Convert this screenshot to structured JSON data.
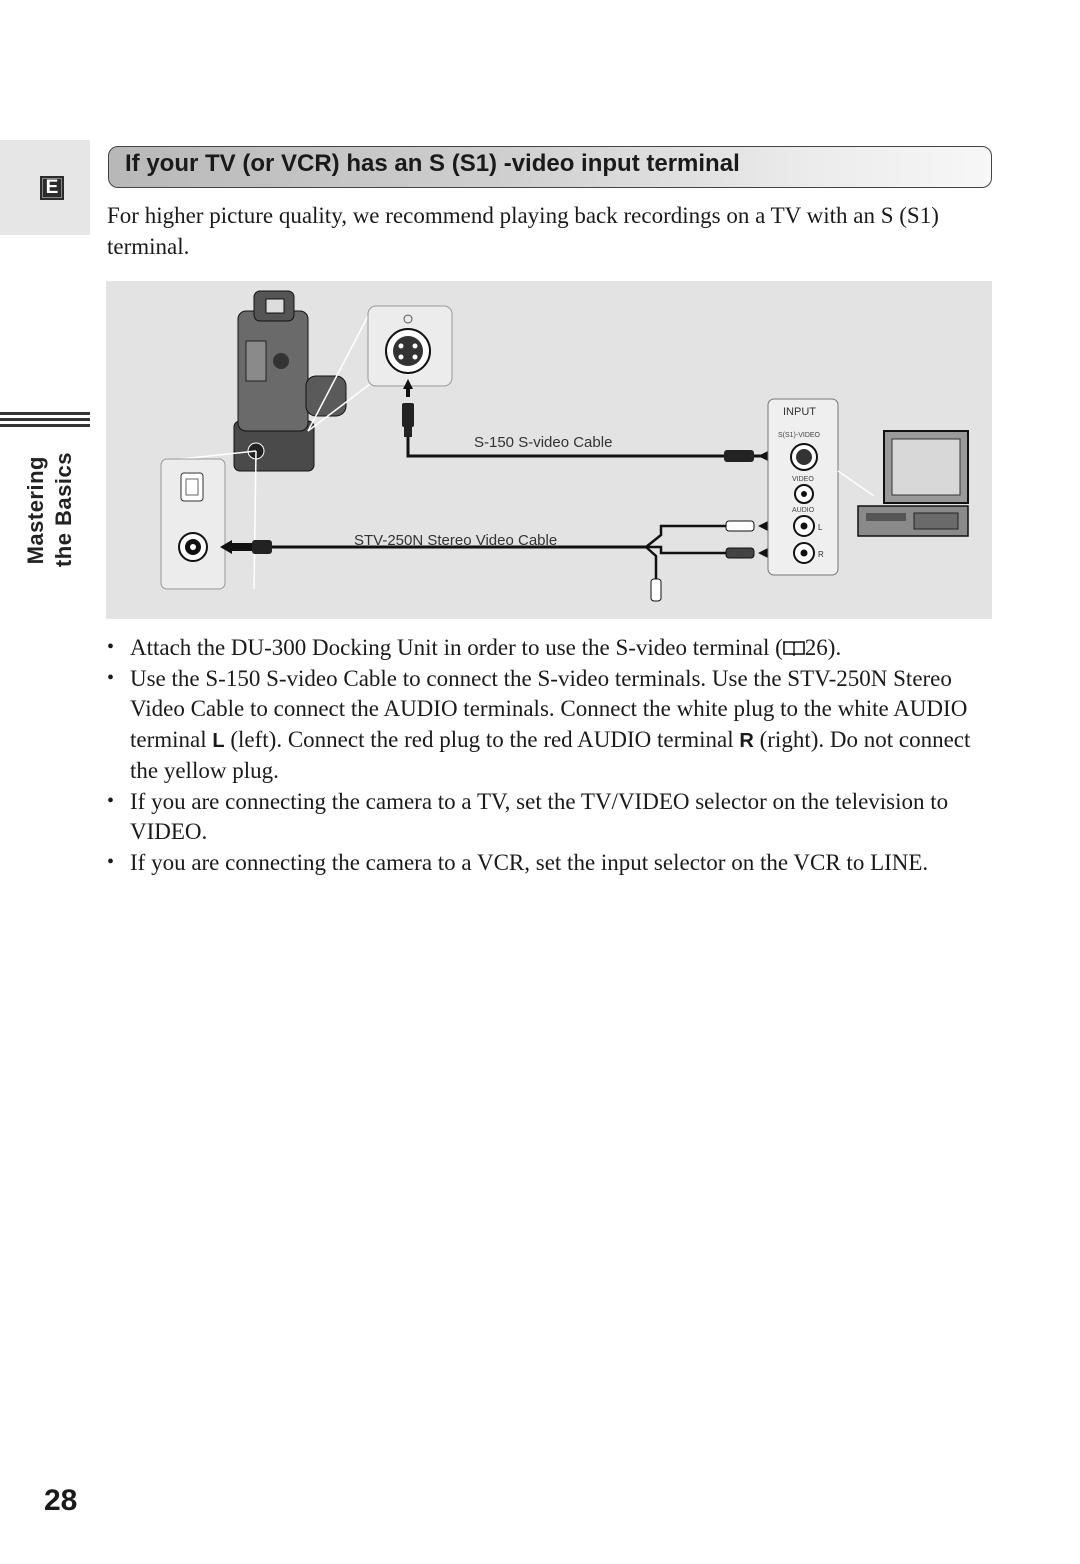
{
  "side": {
    "lang_badge": "E",
    "section_line1": "Mastering",
    "section_line2": "the Basics"
  },
  "heading": "If your TV (or VCR) has an S (S1) -video input terminal",
  "intro": "For higher picture quality, we recommend playing back recordings on a TV with an S (S1) terminal.",
  "figure": {
    "svideo_cable_label": "S-150 S-video Cable",
    "stereo_cable_label": "STV-250N Stereo Video Cable",
    "input_panel_label": "INPUT",
    "svideo_jack_label": "S(S1)-VIDEO",
    "video_jack_label": "VIDEO",
    "audio_jack_label": "AUDIO",
    "left_label": "L",
    "right_label": "R"
  },
  "bullets": {
    "b1_pre": "Attach the DU-300 Docking Unit in order to use the S-video terminal (",
    "b1_icon": "book-icon",
    "b1_post": "26).",
    "b2_pre": "Use the S-150 S-video Cable to connect the S-video terminals. Use the STV-250N Stereo Video Cable to connect the AUDIO terminals. Connect the white plug to the white AUDIO terminal ",
    "b2_L": "L",
    "b2_mid": " (left). Connect the red plug to the red AUDIO terminal ",
    "b2_R": "R",
    "b2_post": " (right). Do not connect the yellow plug.",
    "b3": "If you are connecting the camera to a TV, set the TV/VIDEO selector on the television to VIDEO.",
    "b4": "If you are connecting the camera to a VCR, set the input selector on the VCR to LINE."
  },
  "page_number": "28"
}
